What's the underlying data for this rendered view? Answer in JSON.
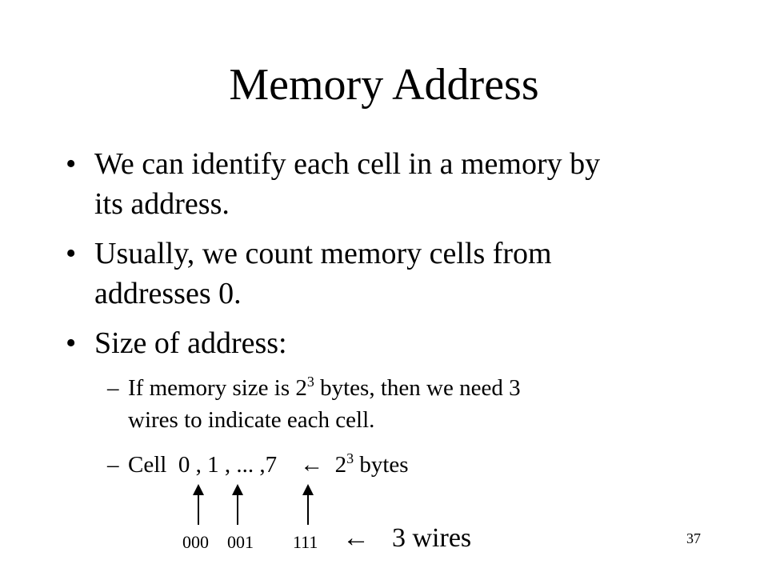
{
  "title": "Memory Address",
  "bullets": [
    {
      "marker": "•",
      "line1": "We can identify each cell in a memory by",
      "line2": "its address."
    },
    {
      "marker": "•",
      "line1": "Usually, we count memory cells from",
      "line2": "addresses 0."
    },
    {
      "marker": "•",
      "line1": "Size of address:"
    }
  ],
  "sub_bullets": {
    "marker": "–",
    "first": {
      "prefix": "If memory size is 2",
      "exponent": "3",
      "suffix": " bytes, then we need 3",
      "line2": "wires to indicate each cell."
    },
    "second": {
      "cell_label": "Cell",
      "values": "0 , 1 , ... ,7",
      "arrow": "←",
      "base": "2",
      "exponent": "3",
      "unit": " bytes"
    }
  },
  "wire_labels": [
    "000",
    "001",
    "111"
  ],
  "wire_arrow": "←",
  "wire_text": "3 wires",
  "page_number": "37"
}
